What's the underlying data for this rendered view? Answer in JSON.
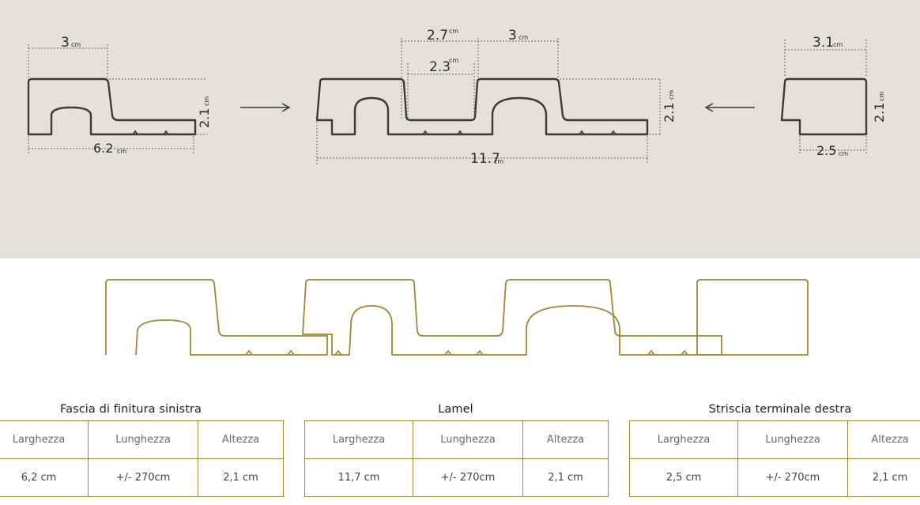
{
  "top_diagram": {
    "left_profile": {
      "top_width": "3",
      "top_width_unit": "cm",
      "height": "2.1",
      "height_unit": "cm",
      "bottom_width": "6.2",
      "bottom_width_unit": "cm"
    },
    "center_profile": {
      "top_left_width": "2.7",
      "top_left_width_unit": "cm",
      "top_right_width": "3",
      "top_right_width_unit": "cm",
      "inner_width": "2.3",
      "inner_width_unit": "cm",
      "height": "2.1",
      "height_unit": "cm",
      "total_width": "11.7",
      "total_width_unit": "cm"
    },
    "right_profile": {
      "top_width": "3.1",
      "top_width_unit": "cm",
      "height": "2.1",
      "height_unit": "cm",
      "bottom_width": "2.5",
      "bottom_width_unit": "cm"
    }
  },
  "colors": {
    "top_background": "#e4e1da",
    "profile_stroke": "#3a3a3a",
    "gold_outline": "#a08730",
    "table_border": "#a08730"
  },
  "specs": [
    {
      "title": "Fascia di finitura sinistra",
      "headers": [
        "Larghezza",
        "Lunghezza",
        "Altezza"
      ],
      "values": [
        "6,2 cm",
        "+/- 270cm",
        "2,1 cm"
      ]
    },
    {
      "title": "Lamel",
      "headers": [
        "Larghezza",
        "Lunghezza",
        "Altezza"
      ],
      "values": [
        "11,7 cm",
        "+/- 270cm",
        "2,1 cm"
      ]
    },
    {
      "title": "Striscia terminale destra",
      "headers": [
        "Larghezza",
        "Lunghezza",
        "Altezza"
      ],
      "values": [
        "2,5 cm",
        "+/- 270cm",
        "2,1 cm"
      ]
    }
  ]
}
